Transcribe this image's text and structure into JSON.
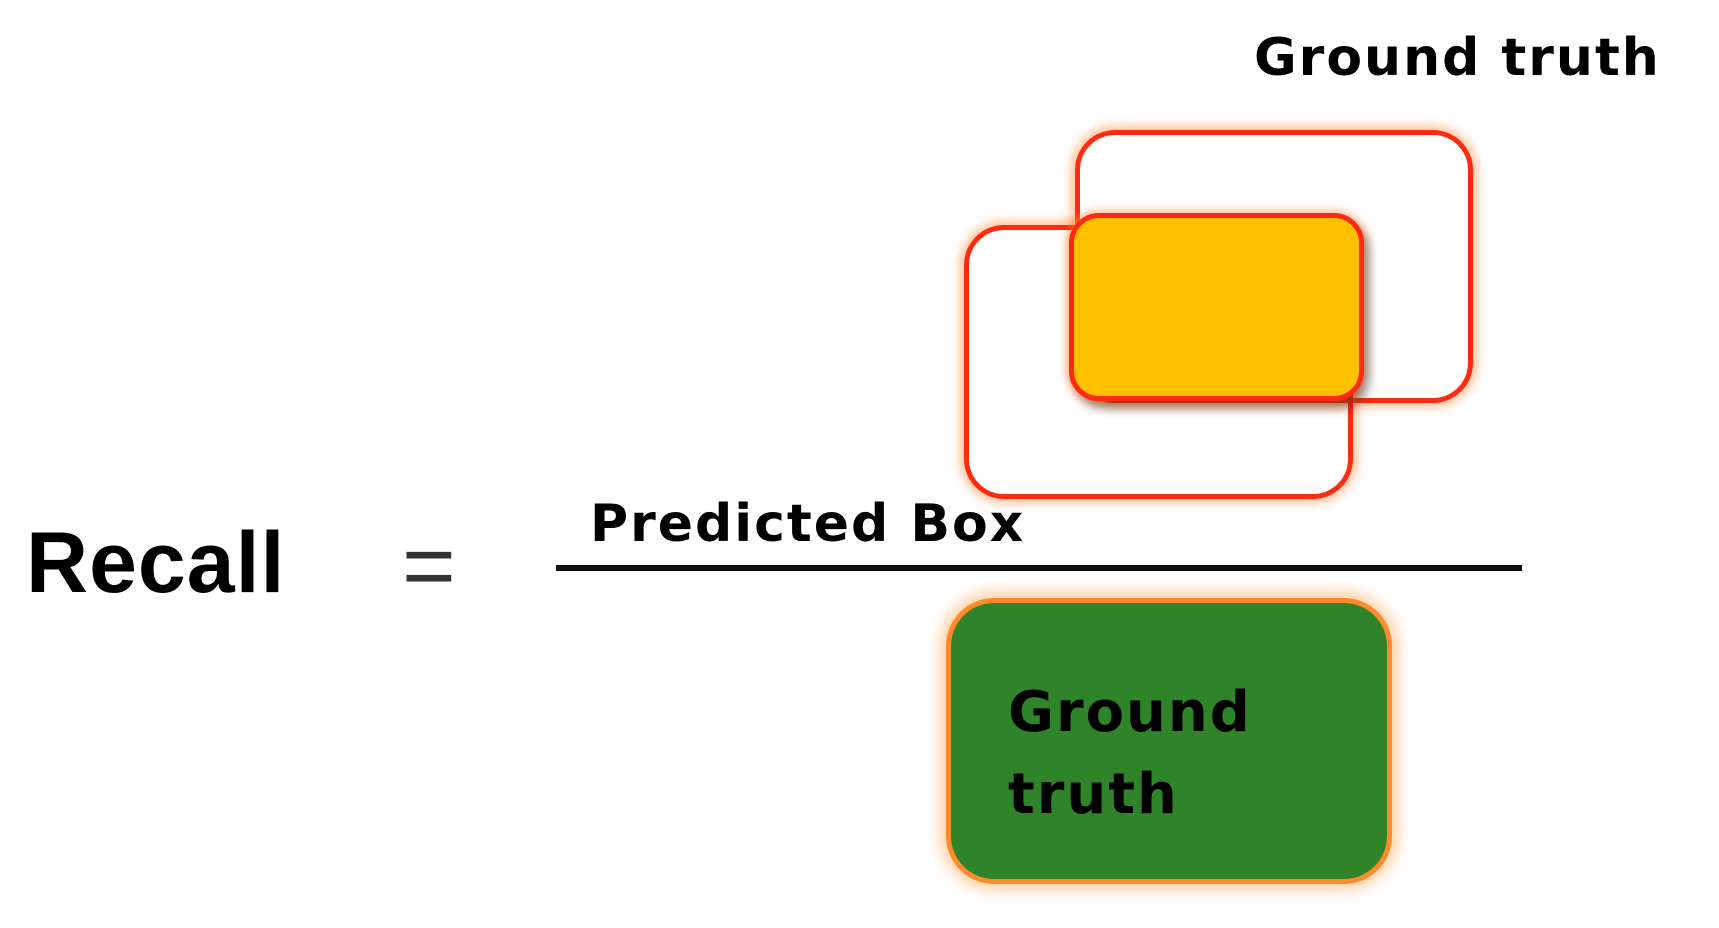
{
  "equation": {
    "lhs": "Recall",
    "operator": "="
  },
  "numerator": {
    "label": "Predicted Box"
  },
  "denominator": {
    "label_line1": "Ground",
    "label_line2": "truth"
  },
  "top_label": "Ground truth",
  "colors": {
    "outline": "#ff2a10",
    "overlap_fill": "#ffc000",
    "ground_truth_fill": "#2f842a",
    "glow": "#ff8a2a"
  }
}
